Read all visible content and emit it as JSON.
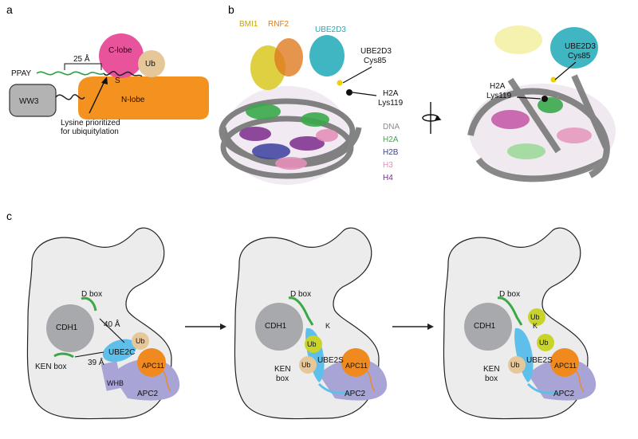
{
  "panel_a": {
    "letter": "a",
    "ppay": "PPAY",
    "distance": "25 Å",
    "c_lobe": "C-lobe",
    "n_lobe": "N-lobe",
    "ub": "Ub",
    "ww3": "WW3",
    "s": "S",
    "caption_line1": "Lysine prioritized",
    "caption_line2": "for ubiquitylation"
  },
  "panel_b": {
    "letter": "b",
    "bmi1": "BMI1",
    "rnf2": "RNF2",
    "ube2d3_top": "UBE2D3",
    "cys_line1": "UBE2D3",
    "cys_line2": "Cys85",
    "h2a_line1": "H2A",
    "h2a_line2": "Lys119",
    "right_cys_line1": "UBE2D3",
    "right_cys_line2": "Cys85",
    "right_h2a_line1": "H2A",
    "right_h2a_line2": "Lys119",
    "legend": [
      "DNA",
      "H2A",
      "H2B",
      "H3",
      "H4"
    ],
    "colors": {
      "DNA": "#8c8c8c",
      "H2A": "#3aa84a",
      "H2B": "#3b3f9e",
      "H3": "#e48fb8",
      "H4": "#7b2c8c",
      "BMI1": "#c9a400",
      "RNF2": "#e07b1f",
      "UBE2D3": "#1fa9b8"
    }
  },
  "panel_c": {
    "letter": "c",
    "states": [
      {
        "cdh1": "CDH1",
        "dbox": "D box",
        "ken": "KEN box",
        "dist40": "40 Å",
        "dist39": "39 Å",
        "e2": "UBE2C",
        "ub": "Ub",
        "apc11": "APC11",
        "apc2": "APC2",
        "whb": "WHB"
      },
      {
        "cdh1": "CDH1",
        "dbox": "D box",
        "ken_line1": "KEN",
        "ken_line2": "box",
        "k": "K",
        "e2": "UBE2S",
        "ub1": "Ub",
        "ub2": "Ub",
        "apc11": "APC11",
        "apc2": "APC2"
      },
      {
        "cdh1": "CDH1",
        "dbox": "D box",
        "ken_line1": "KEN",
        "ken_line2": "box",
        "k": "K",
        "e2": "UBE2S",
        "ub1": "Ub",
        "ub2": "Ub",
        "ub3": "Ub",
        "apc11": "APC11",
        "apc2": "APC2"
      }
    ],
    "colors": {
      "cdh1": "#a7a9ac",
      "ube2": "#5ec0ea",
      "ub": "#e6c79a",
      "ub_chain": "#c9d42a",
      "apc11": "#f08a1e",
      "apc2": "#a9a4d6",
      "dbox": "#39a845",
      "apc_body": "#ececec"
    }
  }
}
